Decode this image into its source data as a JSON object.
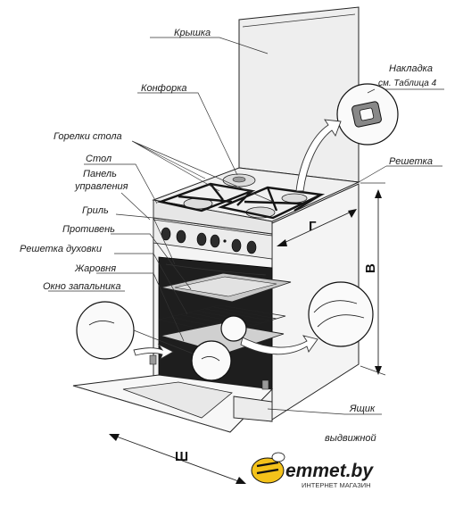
{
  "labels": {
    "lid": "Крышка",
    "burner_cap": "Конфорка",
    "hob_burners": "Горелки стола",
    "hob_top": "Стол",
    "control_panel_line1": "Панель",
    "control_panel_line2": "управления",
    "grill": "Гриль",
    "baking_tray": "Противень",
    "oven_rack": "Решетка духовки",
    "roasting_pan": "Жаровня",
    "ignition_window": "Окно запальника",
    "trivet_line1": "Накладка",
    "trivet_line2": "см. Таблица 4",
    "grate": "Решетка",
    "drawer_line1": "Ящик",
    "drawer_line2": "выдвижной"
  },
  "dimensions": {
    "height": "В",
    "depth": "Г",
    "width": "Ш"
  },
  "brand": {
    "name": "emmet.by",
    "tagline": "ИНТЕРНЕТ МАГАЗИН"
  }
}
